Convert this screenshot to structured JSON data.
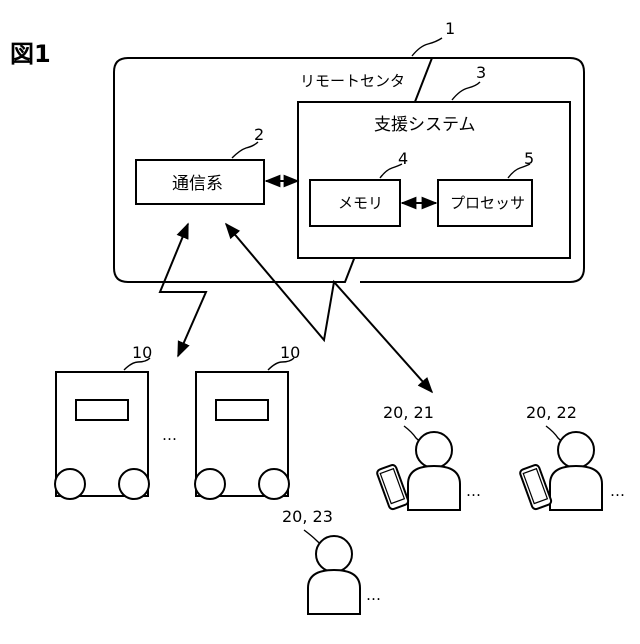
{
  "figure": {
    "label": "図1"
  },
  "remote_center": {
    "ref": "1",
    "label": "リモートセンタ"
  },
  "support_system": {
    "ref": "3",
    "label": "支援システム"
  },
  "communication": {
    "ref": "2",
    "label": "通信系"
  },
  "memory": {
    "ref": "4",
    "label": "メモリ"
  },
  "processor": {
    "ref": "5",
    "label": "プロセッサ"
  },
  "robots": [
    {
      "ref": "10"
    },
    {
      "ref": "10"
    }
  ],
  "users": [
    {
      "ref": "20, 21",
      "device": "smartphone"
    },
    {
      "ref": "20, 22",
      "device": "smartphone"
    },
    {
      "ref": "20, 23",
      "device": "none"
    }
  ],
  "ellipsis": "…"
}
